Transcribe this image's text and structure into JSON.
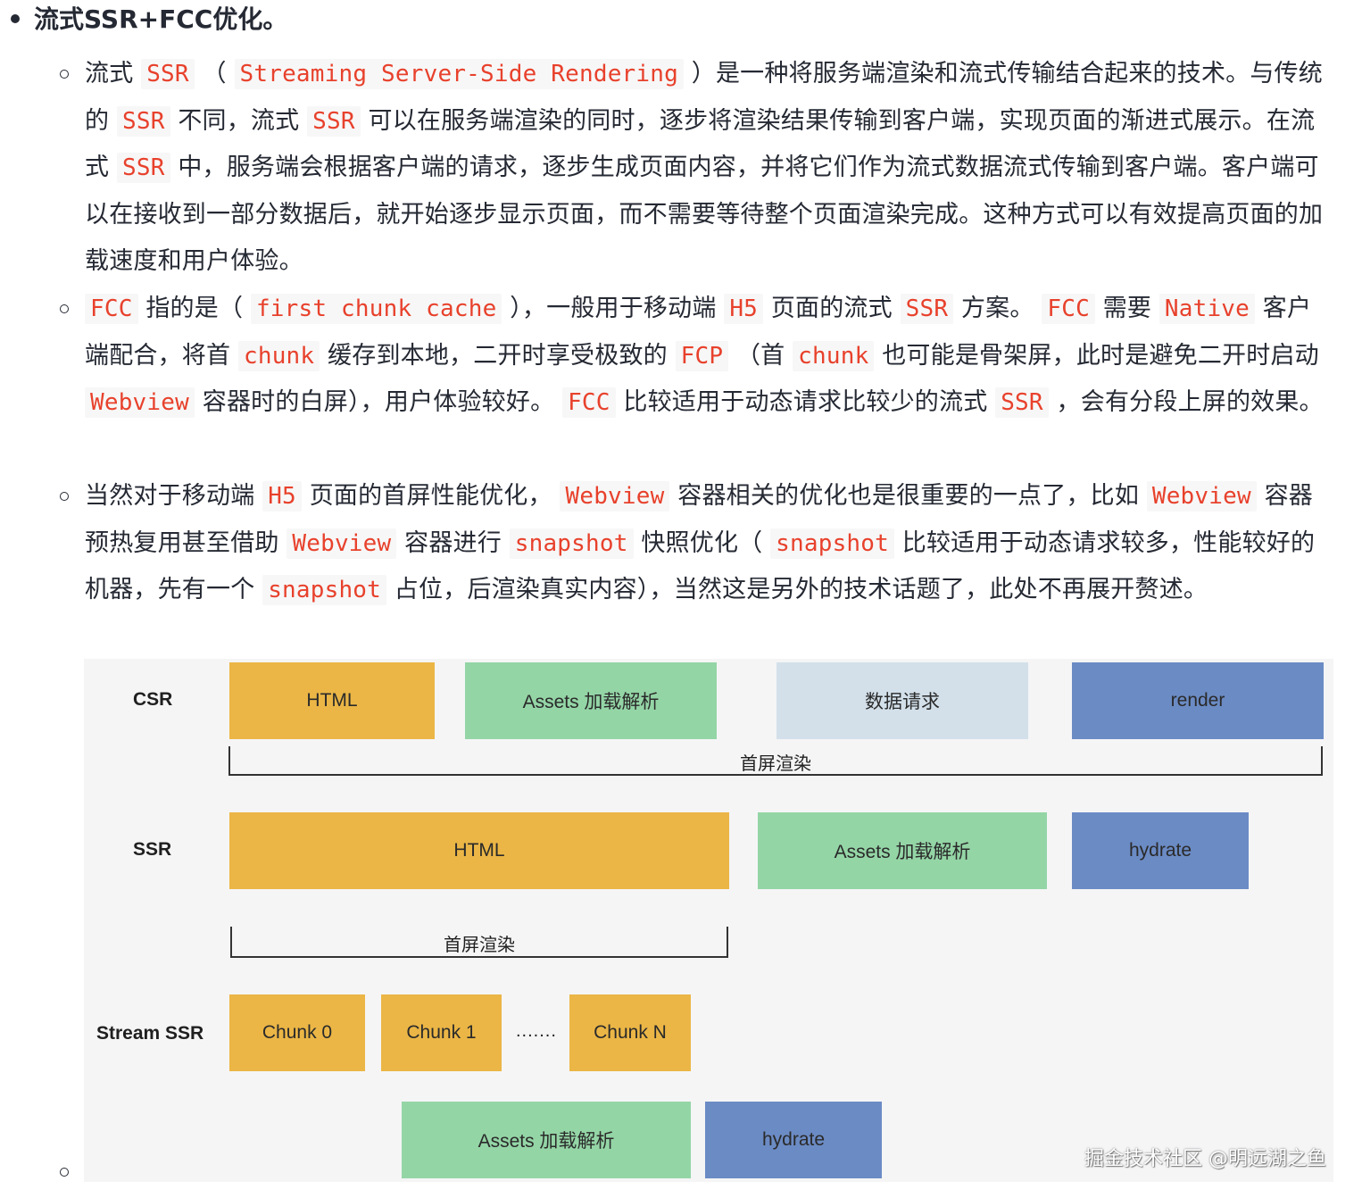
{
  "heading": "流式SSR+FCC优化。",
  "paragraphs": [
    [
      {
        "t": "流式 "
      },
      {
        "c": "SSR"
      },
      {
        "t": " （ "
      },
      {
        "c": "Streaming Server-Side Rendering"
      },
      {
        "t": " ）是一种将服务端渲染和流式传输结合起来的技术。与传统的 "
      },
      {
        "c": "SSR"
      },
      {
        "t": " 不同，流式 "
      },
      {
        "c": "SSR"
      },
      {
        "t": " 可以在服务端渲染的同时，逐步将渲染结果传输到客户端，实现页面的渐进式展示。在流式 "
      },
      {
        "c": "SSR"
      },
      {
        "t": " 中，服务端会根据客户端的请求，逐步生成页面内容，并将它们作为流式数据流式传输到客户端。客户端可以在接收到一部分数据后，就开始逐步显示页面，而不需要等待整个页面渲染完成。这种方式可以有效提高页面的加载速度和用户体验。"
      }
    ],
    [
      {
        "c": "FCC"
      },
      {
        "t": " 指的是（ "
      },
      {
        "c": "first chunk cache"
      },
      {
        "t": " ），一般用于移动端 "
      },
      {
        "c": "H5"
      },
      {
        "t": " 页面的流式 "
      },
      {
        "c": "SSR"
      },
      {
        "t": " 方案。 "
      },
      {
        "c": "FCC"
      },
      {
        "t": " 需要 "
      },
      {
        "c": "Native"
      },
      {
        "t": " 客户端配合，将首 "
      },
      {
        "c": "chunk"
      },
      {
        "t": " 缓存到本地，二开时享受极致的 "
      },
      {
        "c": "FCP"
      },
      {
        "t": " （首 "
      },
      {
        "c": "chunk"
      },
      {
        "t": " 也可能是骨架屏，此时是避免二开时启动 "
      },
      {
        "c": "Webview"
      },
      {
        "t": " 容器时的白屏），用户体验较好。 "
      },
      {
        "c": "FCC"
      },
      {
        "t": " 比较适用于动态请求比较少的流式 "
      },
      {
        "c": "SSR"
      },
      {
        "t": " ，会有分段上屏的效果。"
      }
    ],
    [
      {
        "t": "当然对于移动端 "
      },
      {
        "c": "H5"
      },
      {
        "t": " 页面的首屏性能优化， "
      },
      {
        "c": "Webview"
      },
      {
        "t": " 容器相关的优化也是很重要的一点了，比如 "
      },
      {
        "c": "Webview"
      },
      {
        "t": " 容器预热复用甚至借助 "
      },
      {
        "c": "Webview"
      },
      {
        "t": " 容器进行 "
      },
      {
        "c": "snapshot"
      },
      {
        "t": " 快照优化（ "
      },
      {
        "c": "snapshot"
      },
      {
        "t": " 比较适用于动态请求较多，性能较好的机器，先有一个 "
      },
      {
        "c": "snapshot"
      },
      {
        "t": " 占位，后渲染真实内容），当然这是另外的技术话题了，此处不再展开赘述。"
      }
    ]
  ],
  "figure": {
    "csr": {
      "label": "CSR",
      "blocks": [
        "HTML",
        "Assets 加载解析",
        "数据请求",
        "render"
      ],
      "bracket": "首屏渲染"
    },
    "ssr": {
      "label": "SSR",
      "blocks": [
        "HTML",
        "Assets 加载解析",
        "hydrate"
      ],
      "bracket": "首屏渲染"
    },
    "stream": {
      "label": "Stream SSR",
      "chunks": [
        "Chunk 0",
        "Chunk 1",
        "Chunk N"
      ],
      "dots": ".......",
      "after": [
        "Assets 加载解析",
        "hydrate"
      ]
    },
    "watermark": "掘金技术社区 @明远湖之鱼"
  },
  "colors": {
    "code_text": "#e8412c",
    "orange": "#ebb646",
    "green": "#94d5a6",
    "light_blue": "#d3e0ea",
    "blue": "#6b8bc4"
  }
}
